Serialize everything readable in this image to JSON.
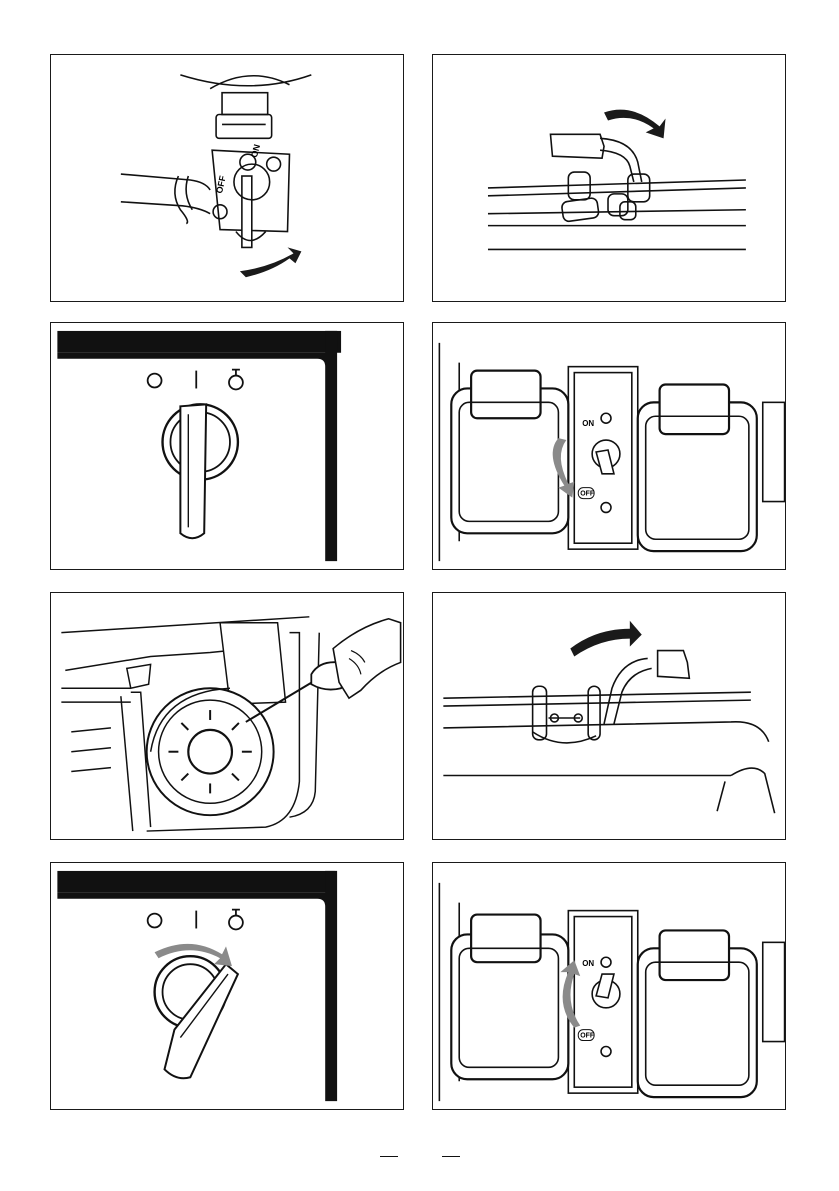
{
  "colors": {
    "line": "#111111",
    "arrow_dark": "#1a1a1a",
    "arrow_light": "#8a8a8a",
    "panel_bg": "#ffffff"
  },
  "figures": [
    {
      "id": "fuel-valve",
      "icons": [
        "fuel-tap-icon",
        "rotate-arrow-icon"
      ],
      "labels": {
        "on": "ON",
        "off": "OFF"
      }
    },
    {
      "id": "choke-lever-close",
      "icons": [
        "choke-lever-icon",
        "rotate-arrow-icon"
      ]
    },
    {
      "id": "engine-switch-start",
      "icons": [
        "engine-switch-knob-icon"
      ],
      "symbols": {
        "off": "O",
        "on": "I"
      }
    },
    {
      "id": "breaker-switch-off",
      "icons": [
        "socket-cover-icon",
        "breaker-toggle-icon",
        "down-arrow-icon"
      ],
      "labels": {
        "on": "ON",
        "off": "OFF"
      }
    },
    {
      "id": "throttle-adjust",
      "icons": [
        "screwdriver-icon",
        "generator-engine-icon"
      ]
    },
    {
      "id": "choke-lever-open",
      "icons": [
        "choke-lever-icon",
        "rotate-arrow-icon"
      ]
    },
    {
      "id": "engine-switch-run",
      "icons": [
        "engine-switch-knob-icon",
        "rotate-arrow-icon"
      ],
      "symbols": {
        "off": "O",
        "on": "I"
      }
    },
    {
      "id": "breaker-switch-on",
      "icons": [
        "socket-cover-icon",
        "breaker-toggle-icon",
        "up-arrow-icon"
      ],
      "labels": {
        "on": "ON",
        "off": "OFF"
      }
    }
  ]
}
